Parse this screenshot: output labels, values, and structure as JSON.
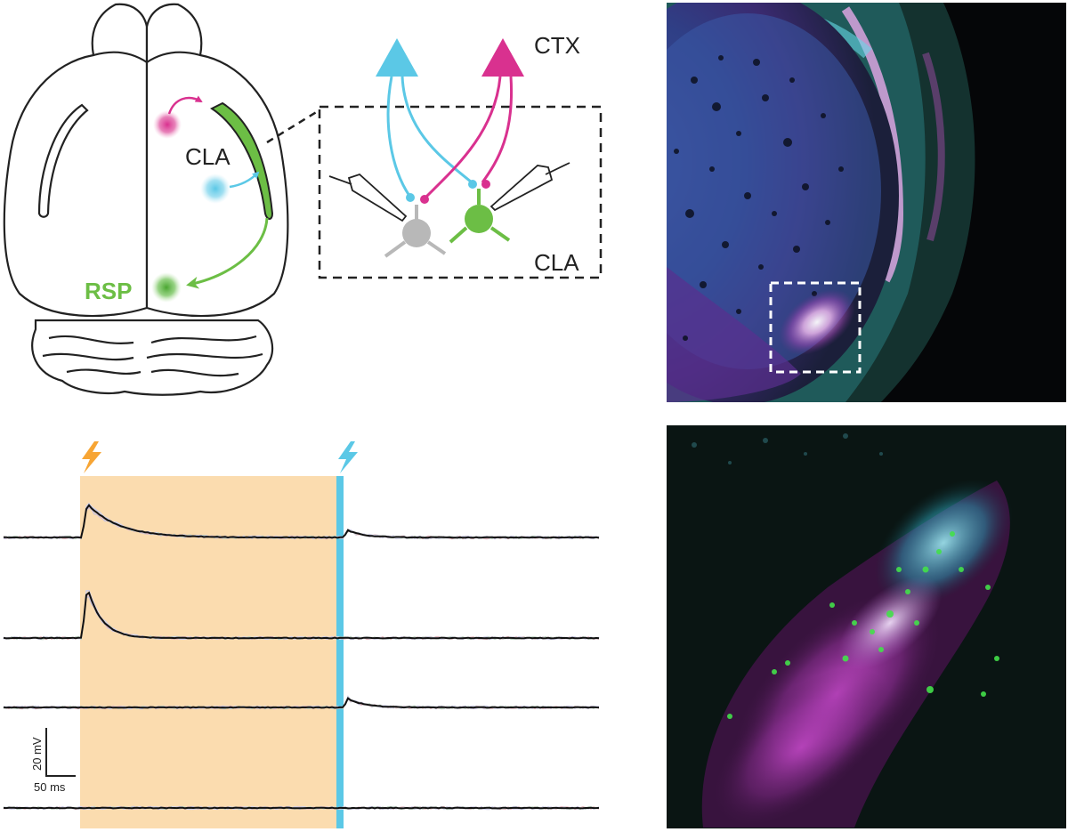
{
  "schematic": {
    "region_left": "CLA",
    "region_bottom": "RSP",
    "inset_top": "CTX",
    "inset_bottom": "CLA"
  },
  "traces": {
    "scale_voltage": "20 mV",
    "scale_time": "50 ms",
    "stim_first_icon": "lightning-bolt-icon",
    "stim_second_icon": "lightning-bolt-icon"
  },
  "colors": {
    "green": "#6cbe45",
    "cyan": "#5bc8e6",
    "magenta": "#d9318f",
    "orange": "#f7a534",
    "orange_fill": "#fbdcaf",
    "grey_neuron": "#b8b8b8"
  }
}
